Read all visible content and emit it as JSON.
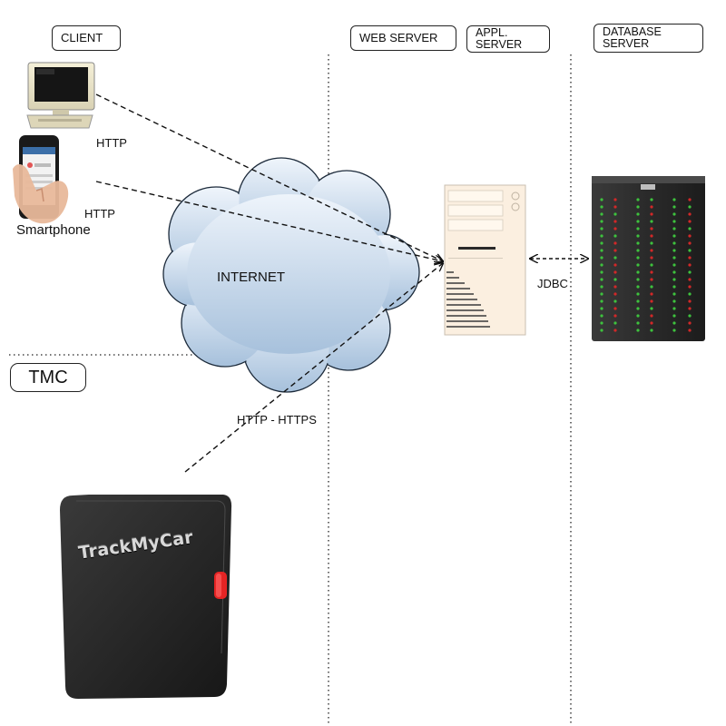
{
  "tiers": {
    "client": "CLIENT",
    "web_server": "WEB SERVER",
    "appl_server": "APPL.\nSERVER",
    "database_server": "DATABASE\nSERVER"
  },
  "section_label": "TMC",
  "cloud_label": "INTERNET",
  "smartphone_label": "Smartphone",
  "connections": {
    "desktop_protocol": "HTTP",
    "smartphone_protocol": "HTTP",
    "database_protocol": "JDBC",
    "tracker_protocol": "HTTP - HTTPS"
  },
  "device_brand": "TrackMyCar",
  "colors": {
    "line": "#111111",
    "cloud_fill_top": "#e9f1fb",
    "cloud_fill_bottom": "#a9c3de",
    "server_fill": "#fbeede",
    "db_fill": "#2b2b2b",
    "led_green": "#3ec23e",
    "led_red": "#d22828",
    "tracker_body": "#2a2a2a",
    "tracker_button": "#e52424"
  }
}
